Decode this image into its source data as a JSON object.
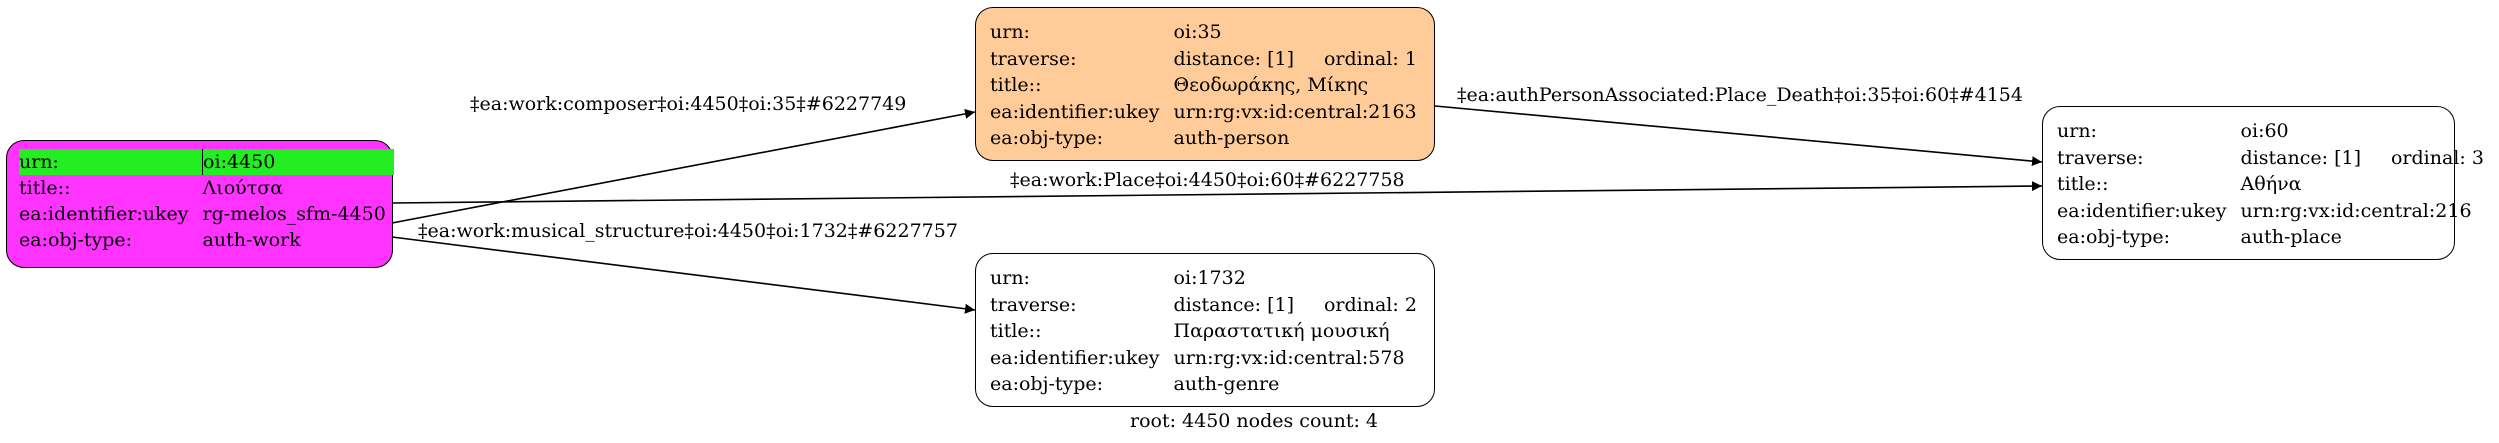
{
  "nodes": {
    "n4450": {
      "fill": "#ff33ff",
      "rows": [
        {
          "k": "urn:",
          "v": "oi:4450",
          "highlight": true
        },
        {
          "k": "title::",
          "v": "Λιούτσα"
        },
        {
          "k": "ea:identifier:ukey",
          "v": "rg-melos_sfm-4450"
        },
        {
          "k": "ea:obj-type:",
          "v": "auth-work"
        }
      ]
    },
    "n35": {
      "fill": "#ffcc99",
      "rows": [
        {
          "k": "urn:",
          "v": "oi:35"
        },
        {
          "k": "traverse:",
          "v": "distance: [1]",
          "v2": "ordinal: 1"
        },
        {
          "k": "title::",
          "v": "Θεοδωράκης, Μίκης"
        },
        {
          "k": "ea:identifier:ukey",
          "v": "urn:rg:vx:id:central:2163"
        },
        {
          "k": "ea:obj-type:",
          "v": "auth-person"
        }
      ]
    },
    "n1732": {
      "fill": "#ffffff",
      "rows": [
        {
          "k": "urn:",
          "v": "oi:1732"
        },
        {
          "k": "traverse:",
          "v": "distance: [1]",
          "v2": "ordinal: 2"
        },
        {
          "k": "title::",
          "v": "Παραστατική μουσική"
        },
        {
          "k": "ea:identifier:ukey",
          "v": "urn:rg:vx:id:central:578"
        },
        {
          "k": "ea:obj-type:",
          "v": "auth-genre"
        }
      ]
    },
    "n60": {
      "fill": "#ffffff",
      "rows": [
        {
          "k": "urn:",
          "v": "oi:60"
        },
        {
          "k": "traverse:",
          "v": "distance: [1]",
          "v2": "ordinal: 3"
        },
        {
          "k": "title::",
          "v": "Αθήνα"
        },
        {
          "k": "ea:identifier:ukey",
          "v": "urn:rg:vx:id:central:216"
        },
        {
          "k": "ea:obj-type:",
          "v": "auth-place"
        }
      ]
    }
  },
  "edges": {
    "composer": "‡ea:work:composer‡oi:4450‡oi:35‡#6227749",
    "place": "‡ea:work:Place‡oi:4450‡oi:60‡#6227758",
    "musical_structure": "‡ea:work:musical_structure‡oi:4450‡oi:1732‡#6227757",
    "person_place_death": "‡ea:authPersonAssociated:Place_Death‡oi:35‡oi:60‡#4154"
  },
  "footer": "root: 4450 nodes count: 4",
  "colors": {
    "stroke": "#000000",
    "highlight": "#22ee22"
  }
}
